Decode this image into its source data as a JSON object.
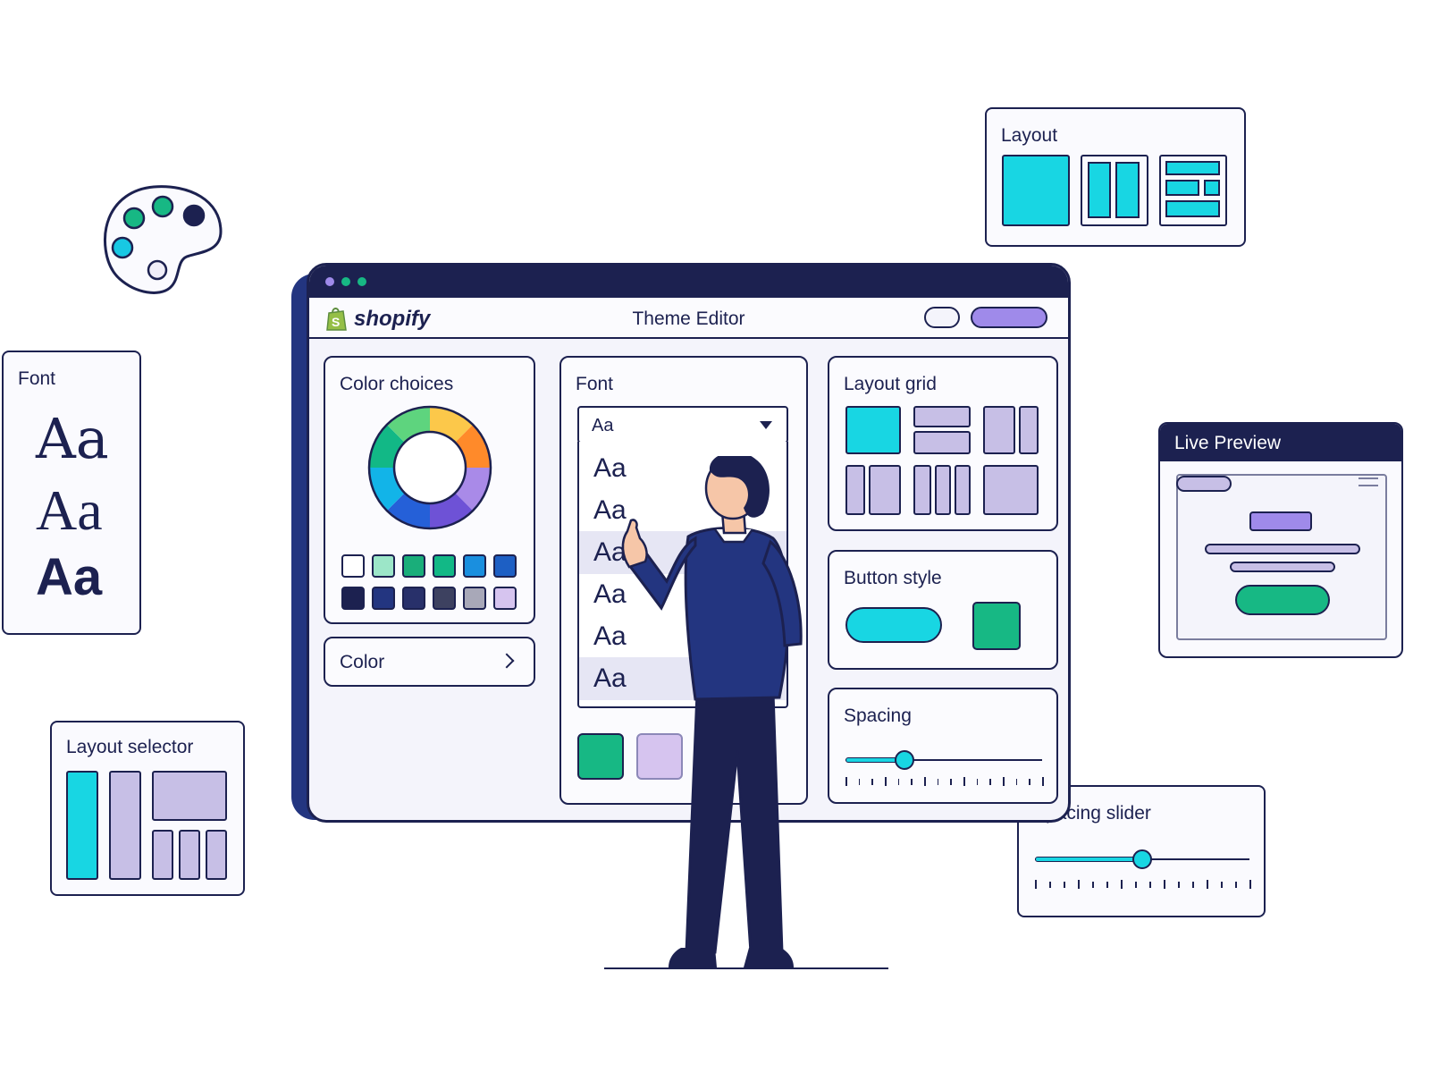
{
  "window": {
    "brand": "shopify",
    "title": "Theme Editor"
  },
  "panels": {
    "color_choices": {
      "title": "Color choices",
      "swatch_colors": [
        "#ffffff",
        "#9ce6c8",
        "#1aae7a",
        "#12b886",
        "#1a8fdf",
        "#1d5fc4",
        "#1c2150",
        "#233580",
        "#28306a",
        "#3d4160",
        "#a8a8b8",
        "#d6c4ef"
      ]
    },
    "color_button": {
      "label": "Color"
    },
    "font": {
      "title": "Font",
      "selected": "Aa",
      "options": [
        "Aa",
        "Aa",
        "Aa",
        "Aa",
        "Aa",
        "Aa"
      ]
    },
    "layout_grid": {
      "title": "Layout grid"
    },
    "button_style": {
      "title": "Button style"
    },
    "spacing": {
      "title": "Spacing",
      "value": 0.3
    }
  },
  "floating": {
    "layout": {
      "title": "Layout"
    },
    "font_card": {
      "title": "Font",
      "samples": [
        "Aa",
        "Aa",
        "Aa"
      ]
    },
    "layout_selector": {
      "title": "Layout selector"
    },
    "live_preview": {
      "title": "Live Preview"
    },
    "spacing_slider": {
      "title": "Spacing slider",
      "value": 0.5
    }
  },
  "colors": {
    "navy": "#1c2150",
    "cyan": "#18d6e3",
    "green": "#17b884",
    "lavender": "#c7bfe6",
    "purple": "#9f8aea",
    "shopify_green": "#95bf47"
  }
}
